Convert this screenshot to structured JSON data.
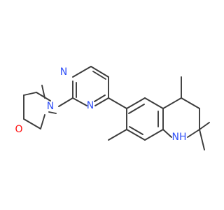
{
  "molecule": {
    "atoms": [
      {
        "id": "O1",
        "label": "O"
      },
      {
        "id": "N1",
        "label": "N"
      },
      {
        "id": "N2",
        "label": "N"
      },
      {
        "id": "N3",
        "label": "N"
      },
      {
        "id": "N4",
        "label": "NH",
        "label_main": "N",
        "label_sub": "H"
      }
    ]
  },
  "colors": {
    "bond": "#3b3b3b",
    "oxygen": "#ff0d0d",
    "nitrogen": "#3050f8",
    "background": "#ffffff"
  }
}
